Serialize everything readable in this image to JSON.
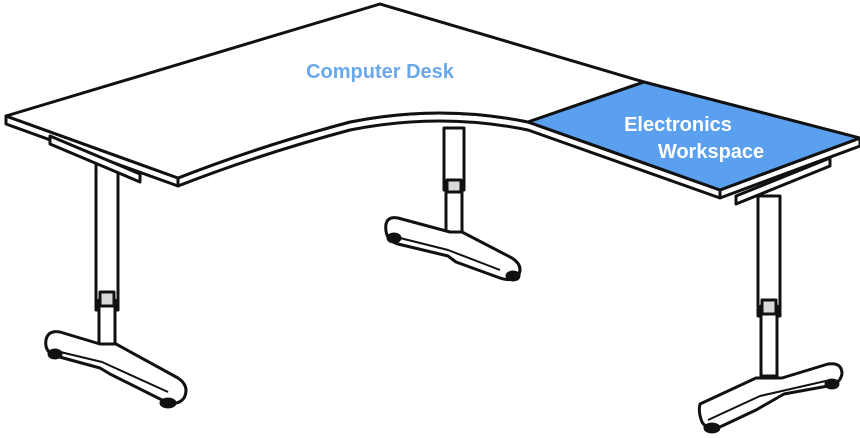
{
  "labels": {
    "desk": "Computer Desk",
    "workspace_line1": "Electronics",
    "workspace_line2": "Workspace"
  },
  "colors": {
    "outline": "#111111",
    "desk_top": "#ffffff",
    "workspace_fill": "#5aa0ee",
    "desk_label": "#6aa8ea",
    "workspace_label": "#ffffff",
    "metal_shade": "#d9d9d9"
  }
}
